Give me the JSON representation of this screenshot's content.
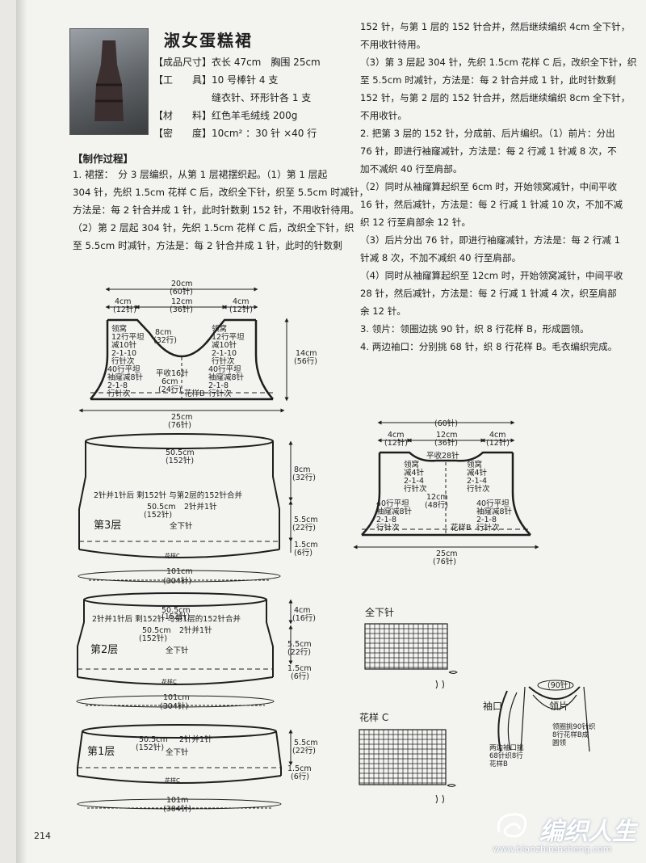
{
  "title": "淑女蛋糕裙",
  "specs": [
    {
      "k": "【成品尺寸】",
      "v": "衣长 47cm　胸围 25cm"
    },
    {
      "k": "【工　　具】",
      "v": "10 号棒针 4 支"
    },
    {
      "k": "",
      "v": "缝衣针、环形针各 1 支"
    },
    {
      "k": "【材　　料】",
      "v": "红色羊毛绒线 200g"
    },
    {
      "k": "【密　　度】",
      "v": "10cm² ：30 针 ×40 行"
    }
  ],
  "process_heading": "【制作过程】",
  "left_lines": [
    "1. 裙摆：　分 3 层编织，从第 1 层裙摆织起。（1）第 1 层起",
    "304 针，先织 1.5cm 花样 C 后，改织全下针，织至 5.5cm 时减针，",
    "方法是：每 2 针合并成 1 针，此时针数剩 152 针，不用收针待用。",
    "（2）第 2 层起 304 针，先织 1.5cm 花样 C 后，改织全下针，织",
    "至 5.5cm 时减针，方法是：每 2 针合并成 1 针，此时的针数剩"
  ],
  "right_lines": [
    "152 针，与第 1 层的 152 针合并，然后继续编织 4cm 全下针，",
    "不用收针待用。",
    "（3）第 3 层起 304 针，先织 1.5cm 花样 C 后，改织全下针，织",
    "至 5.5cm 时减针，方法是：每 2 针合并成 1 针，此时针数剩",
    "152 针，与第 2 层的 152 针合并，然后继续编织 8cm 全下针，",
    "不用收针。",
    "2. 把第 3 层的 152 针，分成前、后片编织。（1）前片：分出",
    "76 针，即进行袖窿减针，方法是：每 2 行减 1 针减 8 次，不",
    "加不减织 40 行至肩部。",
    "（2）同时从袖窿算起织至 6cm 时，开始领窝减针，中间平收",
    "16 针，然后减针，方法是：每 2 行减 1 针减 10 次，不加不减",
    "织 12 行至肩部余 12 针。",
    "（3）后片分出 76 针，即进行袖窿减针，方法是：每 2 行减 1",
    "针减 8 次，不加不减织 40 行至肩部。",
    "（4）同时从袖窿算起织至 12cm 时，开始领窝减针，中间平收",
    "28 针，然后减针，方法是：每 2 行减 1 针减 4 次，织至肩部",
    "余 12 针。",
    "3. 领片：领圈边挑 90 针，织 8 行花样 B，形成圆领。",
    "4. 两边袖口：分别挑 68 针，织 8 行花样 B。毛衣编织完成。"
  ],
  "front": {
    "w20": "20cm",
    "s60": "(60针)",
    "w4a": "4cm",
    "s12a": "(12针)",
    "w12": "12cm",
    "s36": "(36针)",
    "w4b": "4cm",
    "s12b": "(12针)",
    "neck_l1": "领窝",
    "neck_l2": "12行平坦",
    "neck_l3": "减10针",
    "neck_l4": "2-1-10",
    "neck_l5": "行针次",
    "h8": "8cm",
    "h8s": "(32行)",
    "neck_r1": "领窝",
    "neck_r2": "12行平坦",
    "neck_r3": "减10针",
    "neck_r4": "2-1-10",
    "neck_r5": "行针次",
    "h14": "14cm",
    "h14s": "(56行)",
    "arm_l1": "40行平坦",
    "arm_l2": "袖窿减8针",
    "arm_l3": "2-1-8",
    "arm_l4": "行针次",
    "mid1": "平收16针",
    "mid2": "6cm",
    "mid3": "(24行)",
    "arm_r1": "40行平坦",
    "arm_r2": "袖窿减8针",
    "arm_r3": "2-1-8",
    "arm_r4": "行针次",
    "pattern": "花样B",
    "w25": "25cm",
    "s76": "(76针)"
  },
  "back": {
    "s60": "(60针)",
    "w4a": "4cm",
    "s12a": "(12针)",
    "w12": "12cm",
    "s36": "(36针)",
    "w4b": "4cm",
    "s12b": "(12针)",
    "top": "平收28针",
    "nl1": "领窝",
    "nl2": "减4针",
    "nl3": "2-1-4",
    "nl4": "行针次",
    "nr1": "领窝",
    "nr2": "减4针",
    "nr3": "2-1-4",
    "nr4": "行针次",
    "h12": "12cm",
    "h12s": "(48行)",
    "al1": "40行平坦",
    "al2": "袖窿减8针",
    "al3": "2-1-8",
    "al4": "行针次",
    "ar1": "40行平坦",
    "ar2": "袖窿减8针",
    "ar3": "2-1-8",
    "ar4": "行针次",
    "pattern": "花样B",
    "w25": "25cm",
    "s76": "(76针)"
  },
  "layer3": {
    "w": "50.5cm",
    "s": "(152针)",
    "merge": "2针并1针后 剩152针 与第2层的152针合并",
    "w2": "50.5cm",
    "s2": "(152针)",
    "dec": "2针并1针",
    "name": "第3层",
    "stitch": "全下针",
    "h1": "8cm",
    "h1s": "(32行)",
    "h2": "5.5cm",
    "h2s": "(22行)",
    "h3": "1.5cm",
    "h3s": "(6行)",
    "hem": "花样C",
    "bw": "101cm",
    "bs": "(304针)"
  },
  "layer2": {
    "w": "50.5cm",
    "s": "(152针)",
    "merge": "2针并1针后 剩152针 与第1层的152针合并",
    "w2": "50.5cm",
    "s2": "(152针)",
    "dec": "2针并1针",
    "name": "第2层",
    "stitch": "全下针",
    "h1": "4cm",
    "h1s": "(16行)",
    "h2": "5.5cm",
    "h2s": "(22行)",
    "h3": "1.5cm",
    "h3s": "(6行)",
    "hem": "花样C",
    "bw": "101cm",
    "bs": "(304针)"
  },
  "layer1": {
    "w": "50.5cm",
    "s": "(152针)",
    "dec": "2针并1针",
    "name": "第1层",
    "stitch": "全下针",
    "h2": "5.5cm",
    "h2s": "(22行)",
    "h3": "1.5cm",
    "h3s": "(6行)",
    "hem": "花样C",
    "bw": "101m",
    "bs": "(304针)"
  },
  "chart1_label": "全下针",
  "chart2_label": "花样 C",
  "collar": {
    "cuff_label": "袖口",
    "s90": "(90针)",
    "collar_label": "领片",
    "note_r1": "领圈挑90针织",
    "note_r2": "8行花样B成",
    "note_r3": "圆领",
    "note_l1": "两边袖口挑",
    "note_l2": "68针织8行",
    "note_l3": "花样B"
  },
  "page_number": "214",
  "watermark": "编织人生",
  "watermark_url": "www.bianzhirensheng.com",
  "colors": {
    "line": "#1e1e1e",
    "paper": "#f3f3f0"
  }
}
